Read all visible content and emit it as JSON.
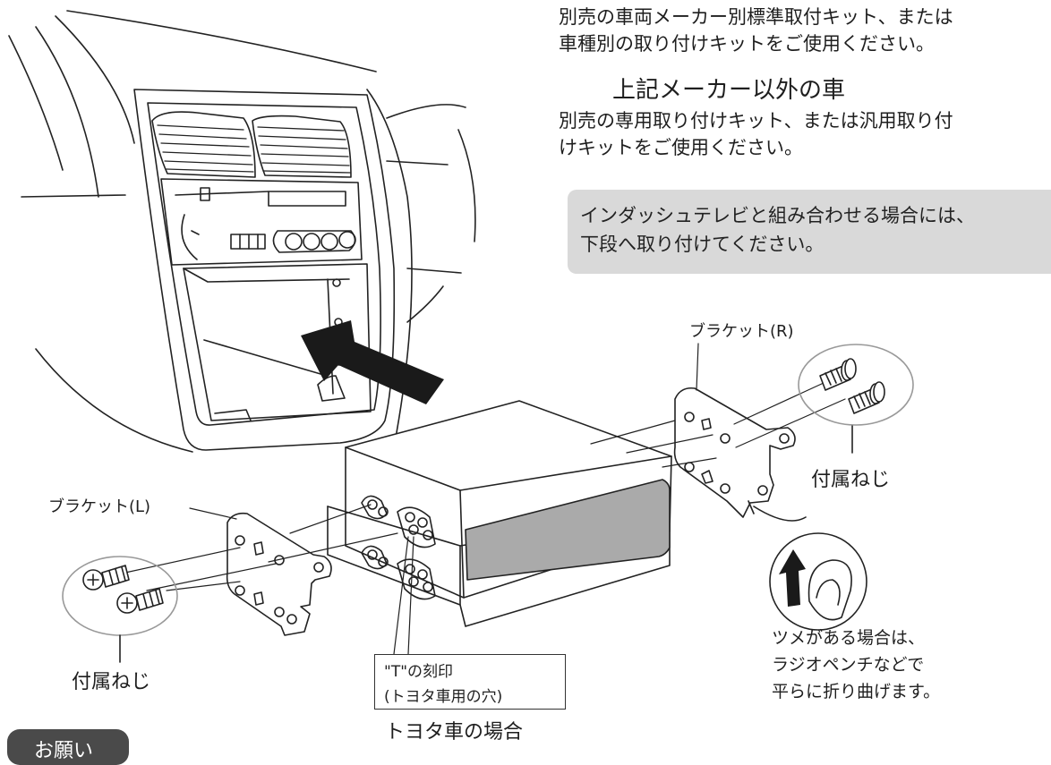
{
  "text": {
    "kit_line1": "別売の車両メーカー別標準取付キット、または",
    "kit_line2": "車種別の取り付けキットをご使用ください。",
    "other_heading": "上記メーカー以外の車",
    "other_line1": "別売の専用取り付けキット、または汎用取り付",
    "other_line2": "けキットをご使用ください。",
    "notice_line1": "インダッシュテレビと組み合わせる場合には、",
    "notice_line2": "下段へ取り付けてください。"
  },
  "labels": {
    "bracket_r": "ブラケット(R)",
    "bracket_l": "ブラケット(L)",
    "screws_right": "付属ねじ",
    "screws_left": "付属ねじ",
    "t_mark_line1": "\"T\"の刻印",
    "t_mark_line2": "(トヨタ車用の穴)",
    "toyota_case": "トヨタ車の場合",
    "tab_note_line1": "ツメがある場合は、",
    "tab_note_line2": "ラジオペンチなどで",
    "tab_note_line3": "平らに折り曲げます。"
  },
  "badge": {
    "label": "お願い"
  },
  "colors": {
    "notice_bg": "#d9d9d9",
    "badge_bg": "#4a4a4a",
    "faceplate": "#aaaaaa"
  }
}
